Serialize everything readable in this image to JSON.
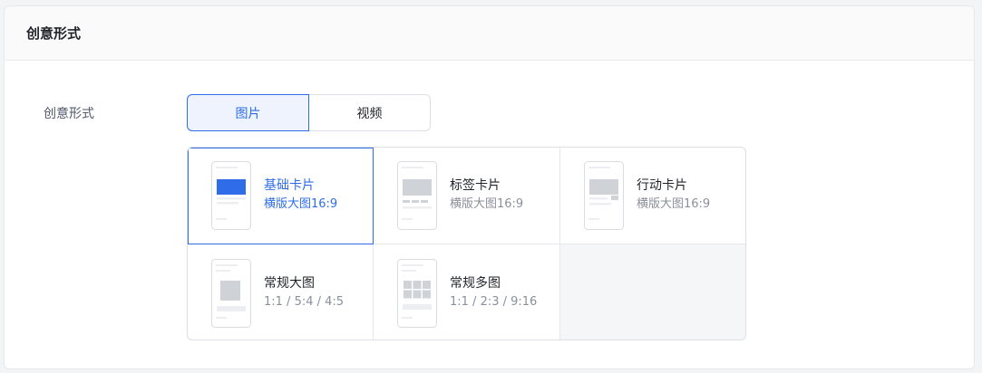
{
  "panel": {
    "title": "创意形式"
  },
  "form": {
    "label": "创意形式"
  },
  "tabs": [
    {
      "label": "图片",
      "active": true
    },
    {
      "label": "视频",
      "active": false
    }
  ],
  "cards": [
    {
      "title": "基础卡片",
      "subtitle": "横版大图16:9",
      "selected": true,
      "icon": "basic-card-thumbnail-icon"
    },
    {
      "title": "标签卡片",
      "subtitle": "横版大图16:9",
      "selected": false,
      "icon": "tag-card-thumbnail-icon"
    },
    {
      "title": "行动卡片",
      "subtitle": "横版大图16:9",
      "selected": false,
      "icon": "action-card-thumbnail-icon"
    },
    {
      "title": "常规大图",
      "subtitle": "1:1 / 5:4 / 4:5",
      "selected": false,
      "icon": "large-image-thumbnail-icon"
    },
    {
      "title": "常规多图",
      "subtitle": "1:1 / 2:3 / 9:16",
      "selected": false,
      "icon": "multi-image-thumbnail-icon"
    }
  ],
  "colors": {
    "accent": "#2f6de8",
    "selected_bg": "#eef3fe",
    "empty_cell": "#f5f6f7"
  }
}
